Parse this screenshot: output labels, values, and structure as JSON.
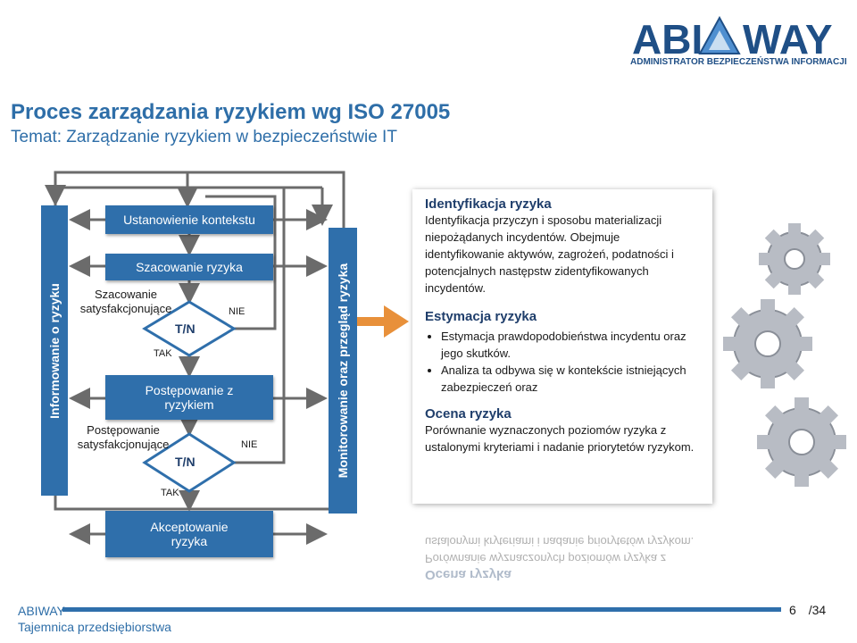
{
  "header": {
    "title": "Proces zarządzania ryzykiem wg ISO 27005",
    "subtitle": "Temat: Zarządzanie ryzykiem w bezpieczeństwie IT"
  },
  "logo": {
    "brand_left": "ABI",
    "brand_right": "WAY",
    "tagline": "ADMINISTRATOR BEZPIECZEŃSTWA INFORMACJI"
  },
  "diagram": {
    "left_bar": "Informowanie  o ryzyku",
    "right_bar": "Monitorowanie oraz przegląd ryzyka",
    "context": "Ustanowienie kontekstu",
    "assessment": "Szacowanie ryzyka",
    "treatment": "Postępowanie z ryzykiem",
    "acceptance": "Akceptowanie ryzyka",
    "decision1": "T/N",
    "decision2": "T/N",
    "no1": "NIE",
    "no2": "NIE",
    "yes1": "TAK",
    "yes2": "TAK",
    "sat_assessment": "Szacowanie satysfakcjonujące",
    "sat_treatment": "Postępowanie satysfakcjonujące"
  },
  "panel": {
    "s1_title": "Identyfikacja ryzyka",
    "s1_text": "Identyfikacja przyczyn i sposobu materializacji niepożądanych incydentów. Obejmuje identyfikowanie aktywów, zagrożeń, podatności i potencjalnych następstw zidentyfikowanych incydentów.",
    "s2_title": "Estymacja ryzyka",
    "s2_b1": "Estymacja prawdopodobieństwa incydentu oraz jego skutków.",
    "s2_b2": "Analiza ta odbywa się w kontekście istniejących zabezpieczeń oraz",
    "s3_title": "Ocena ryzyka",
    "s3_text": "Porównanie wyznaczonych poziomów ryzyka z ustalonymi kryteriami i nadanie priorytetów ryzykom."
  },
  "footer": {
    "line1": "ABIWAY",
    "line2": "Tajemnica przedsiębiorstwa",
    "page": "6",
    "total": "/34"
  },
  "colors": {
    "accent": "#2f6fab",
    "title": "#2e6ea8",
    "gear": "#b8bcc4"
  },
  "icons": [
    "gear-icon",
    "gear-icon",
    "gear-icon"
  ]
}
